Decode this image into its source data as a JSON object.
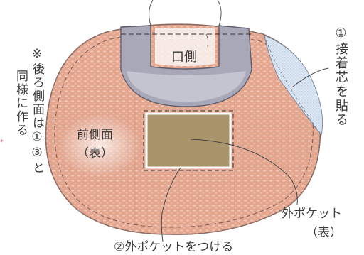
{
  "labels": {
    "mouth_side": "口側",
    "step1": "①接着芯を貼る",
    "back_note_line1": "※後ろ側面は①③と",
    "back_note_line2": "同様に作る",
    "front_side_line1": "前側面",
    "front_side_line2": "（表）",
    "outer_pocket_line1": "外ポケット",
    "outer_pocket_line2": "（表）",
    "step2": "②外ポケットをつける"
  },
  "colors": {
    "body_fill": "#e3a58e",
    "body_outline": "#8a6a60",
    "panel_fill": "#a9a8b8",
    "pocket_fill": "#a8936a",
    "interfacing_fill": "#dfe7f2",
    "asterisk_accent": "#e07080"
  }
}
